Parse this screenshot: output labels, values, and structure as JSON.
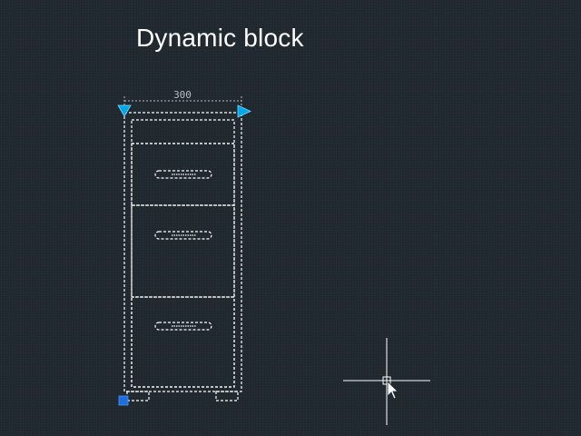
{
  "title": "Dynamic block",
  "dimension": {
    "value": "300"
  },
  "colors": {
    "background": "#202830",
    "linework": "#ffffff",
    "grip_arrow": "#00a8e8",
    "base_grip": "#1e6fd9",
    "crosshair": "#ffffff",
    "dimension_text": "#b8bec4"
  },
  "drawing": {
    "object": "cabinet",
    "drawers": 3
  },
  "icons": {
    "stretch_grip": "triangle-arrow-right-icon",
    "flip_grip": "triangle-down-icon",
    "base_grip": "square-grip-icon",
    "cursor": "crosshair-cursor-icon"
  }
}
